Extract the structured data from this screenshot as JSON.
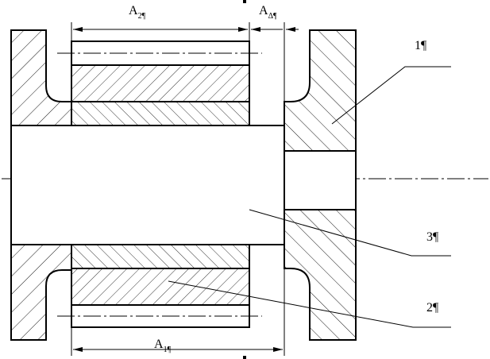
{
  "drawing": {
    "dimensions": {
      "a2": {
        "base": "A",
        "sub": "2¶"
      },
      "a_delta": {
        "base": "A",
        "sub": "Δ¶"
      },
      "a1": {
        "base": "A",
        "sub": "1¶"
      }
    },
    "callouts": {
      "part1": "1¶",
      "part3": "3¶",
      "part2": "2¶"
    },
    "colors": {
      "line": "#000000",
      "background": "#ffffff"
    }
  }
}
